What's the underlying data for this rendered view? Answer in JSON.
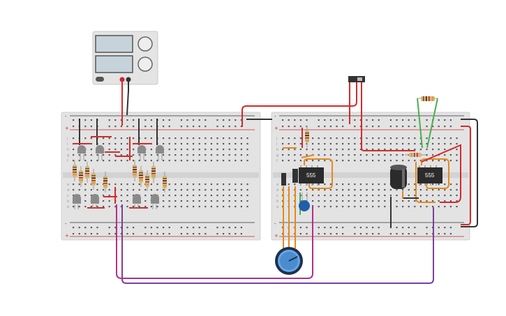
{
  "canvas": {
    "background": "#ffffff"
  },
  "colors": {
    "wire_red": "#d42a2a",
    "wire_black": "#333333",
    "wire_orange": "#e28a1e",
    "wire_green": "#4caf50",
    "wire_purple": "#7b3fa0",
    "wire_magenta": "#b0308a",
    "ic_body": "#2b2b2b",
    "breadboard": "#e3e3e3",
    "led_grey": "#8a8a8a",
    "pot_blue": "#2f6fb5"
  },
  "components": {
    "ic_left": {
      "label": "555"
    },
    "ic_right": {
      "label": "555"
    }
  },
  "breadboards": {
    "row_letters_top": [
      "j",
      "i",
      "h",
      "g",
      "f"
    ],
    "row_letters_bottom": [
      "e",
      "d",
      "c",
      "b",
      "a"
    ],
    "rail_plus": "+",
    "rail_minus": "-"
  },
  "icons": {
    "power_supply": "power-supply-icon",
    "potentiometer": "potentiometer-icon",
    "capacitor": "electrolytic-capacitor-icon",
    "slide_switch": "slide-switch-icon"
  }
}
